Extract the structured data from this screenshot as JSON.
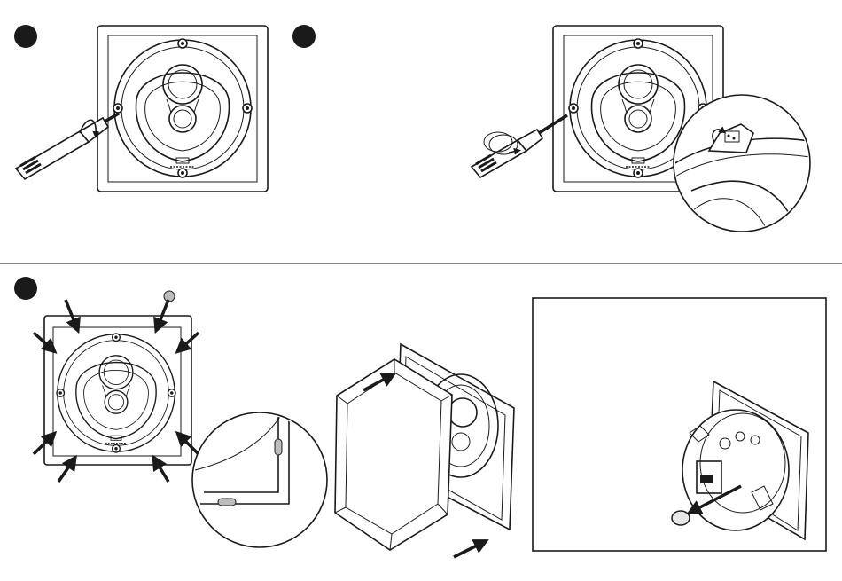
{
  "figure": {
    "steps": [
      {
        "id": "step-1",
        "marker": "filled-circle"
      },
      {
        "id": "step-2",
        "marker": "filled-circle"
      },
      {
        "id": "step-3",
        "marker": "filled-circle"
      }
    ],
    "icons": [
      "screwdriver-icon",
      "rotate-arrow-icon",
      "push-arrow-icon",
      "magnifier-circle-icon"
    ],
    "colors": {
      "line": "#1a1a1a",
      "background": "#ffffff",
      "plug": "#bdbdbd"
    }
  }
}
